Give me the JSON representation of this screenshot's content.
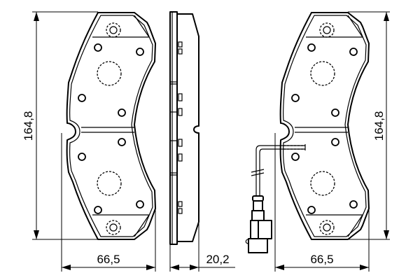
{
  "drawing": {
    "subject": "Brake pad set technical drawing",
    "views": [
      {
        "id": "left-pad-front",
        "label": "Brake pad front view (left)"
      },
      {
        "id": "side-profile",
        "label": "Brake pad side profile"
      },
      {
        "id": "right-pad-front",
        "label": "Brake pad front view with wear sensor (right)"
      }
    ]
  },
  "dimensions": {
    "left_height": "164,8",
    "left_width": "66,5",
    "thickness": "20,2",
    "right_height": "164,8",
    "right_width": "66,5"
  },
  "colors": {
    "line": "#000000",
    "background": "#ffffff"
  }
}
